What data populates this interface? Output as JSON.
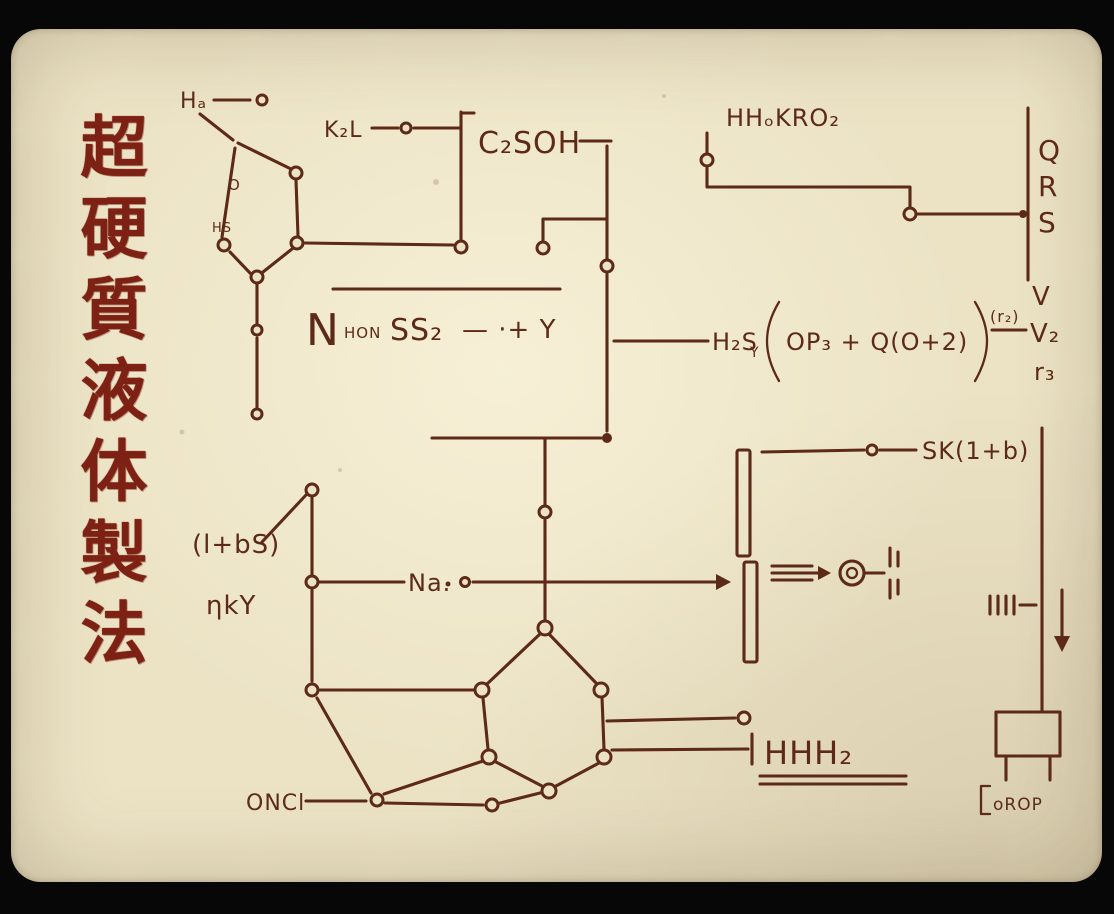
{
  "scene": {
    "bg": "#070707",
    "card": "#ece3c5",
    "ink": "#5c2a16",
    "title_ink": "#7c2113"
  },
  "title": {
    "text": "超硬質液体製法",
    "chars": [
      "超",
      "硬",
      "質",
      "液",
      "体",
      "製",
      "法"
    ]
  },
  "labels": {
    "ha": "Hₐ",
    "k2l": "K₂L",
    "c2soh": "C₂SOH",
    "hhokro2": "HHₒKRO₂",
    "q": "Q",
    "r": "R",
    "s": "S",
    "big_n": "N",
    "hon": "HON",
    "ss2": "SS₂",
    "plus_y": "— ·+ Y",
    "h2s": "H₂S",
    "y_sub": "Y",
    "op3": "OP₃ + Q(O+2)",
    "r2": "(r₂)",
    "v": "V",
    "v2": "V₂",
    "r3": "r₃",
    "sk1b": "SK(1+b)",
    "l_bs": "(l+bS)",
    "eta_ky": "ηkY",
    "na": "Na.",
    "o_ring": "O",
    "hs_ring": "HS",
    "hhh2": "HHH₂",
    "oncl": "ONCl",
    "orop": "oROP"
  }
}
